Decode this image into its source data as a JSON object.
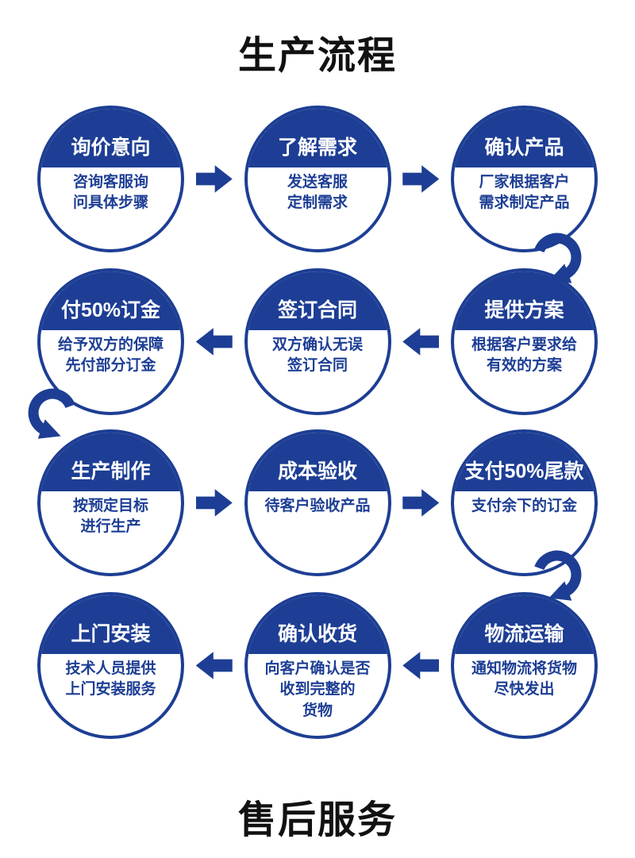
{
  "page": {
    "title": "生产流程",
    "footer": "售后服务"
  },
  "steps": [
    {
      "title": "询价意向",
      "desc": "咨询客服询\n问具体步骤"
    },
    {
      "title": "了解需求",
      "desc": "发送客服\n定制需求"
    },
    {
      "title": "确认产品",
      "desc": "厂家根据客户\n需求制定产品"
    },
    {
      "title": "提供方案",
      "desc": "根据客户要求给\n有效的方案"
    },
    {
      "title": "签订合同",
      "desc": "双方确认无误\n签订合同"
    },
    {
      "title": "付50%订金",
      "desc": "给予双方的保障\n先付部分订金"
    },
    {
      "title": "生产制作",
      "desc": "按预定目标\n进行生产"
    },
    {
      "title": "成本验收",
      "desc": "待客户验收产品"
    },
    {
      "title": "支付50%尾款",
      "desc": "支付余下的订金"
    },
    {
      "title": "物流运输",
      "desc": "通知物流将货物\n尽快发出"
    },
    {
      "title": "确认收货",
      "desc": "向客户确认是否\n收到完整的\n货物"
    },
    {
      "title": "上门安装",
      "desc": "技术人员提供\n上门安装服务"
    }
  ],
  "icons": {
    "arrow_right": "solid-block-arrow-right",
    "arrow_left": "solid-block-arrow-left",
    "curve_down_right": "curved-arrow-turning-down-right-side",
    "curve_down_left": "curved-arrow-turning-down-left-side"
  },
  "colors": {
    "primary_blue": "#1d3e94",
    "title_text": "#111111",
    "circle_background": "#ffffff"
  }
}
